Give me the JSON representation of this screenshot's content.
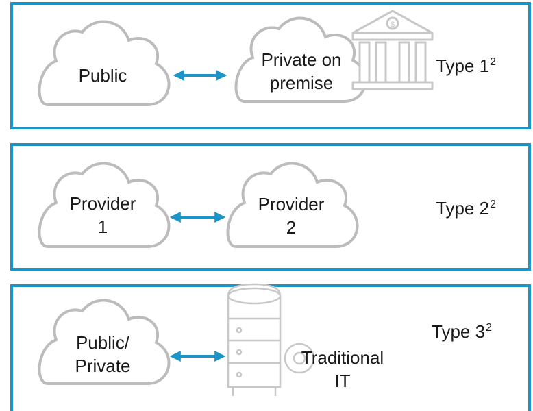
{
  "panels": [
    {
      "left_label": "Public",
      "right_label_line1": "Private on",
      "right_label_line2": "premise",
      "type_text": "Type 1",
      "type_sup": "2",
      "right_icon": "bank-building-icon"
    },
    {
      "left_label_line1": "Provider",
      "left_label_line2": "1",
      "right_label_line1": "Provider",
      "right_label_line2": "2",
      "type_text": "Type 2",
      "type_sup": "2"
    },
    {
      "left_label_line1": "Public/",
      "left_label_line2": "Private",
      "right_label_line1": "Traditional",
      "right_label_line2": "IT",
      "type_text": "Type 3",
      "type_sup": "2",
      "right_icon": "server-gear-icon"
    }
  ],
  "colors": {
    "border": "#1b95c8",
    "arrow": "#1b95c8",
    "cloud_stroke": "#bcbcbc",
    "icon_stroke": "#c8c8c8"
  }
}
